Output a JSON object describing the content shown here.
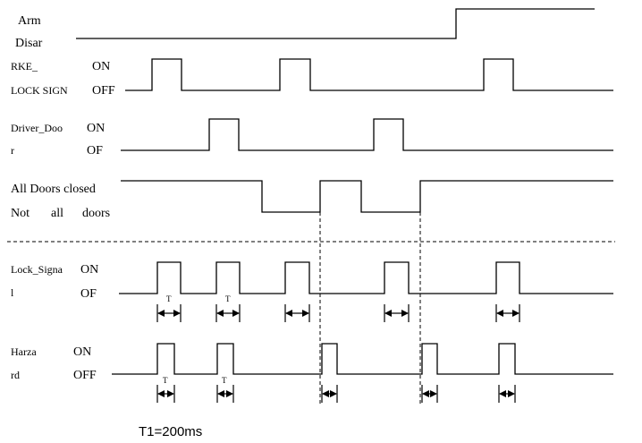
{
  "labels": {
    "arm": "Arm",
    "disar": "Disar",
    "rke_1": "RKE_",
    "rke_2": "LOCK SIGN",
    "rke_on": "ON",
    "rke_off": "OFF",
    "driver_1": "Driver_Doo",
    "driver_2": "r",
    "driver_on": "ON",
    "driver_off": "OF",
    "doors_1": "All Doors closed",
    "doors_2a": "Not",
    "doors_2b": "all",
    "doors_2c": "doors",
    "lock_1": "Lock_Signa",
    "lock_2": "l",
    "lock_on": "ON",
    "lock_off": "OF",
    "hazard_1": "Harza",
    "hazard_2": "rd",
    "hazard_on": "ON",
    "hazard_off": "OFF",
    "t_mark": "T",
    "footnote": "T1=200ms"
  }
}
